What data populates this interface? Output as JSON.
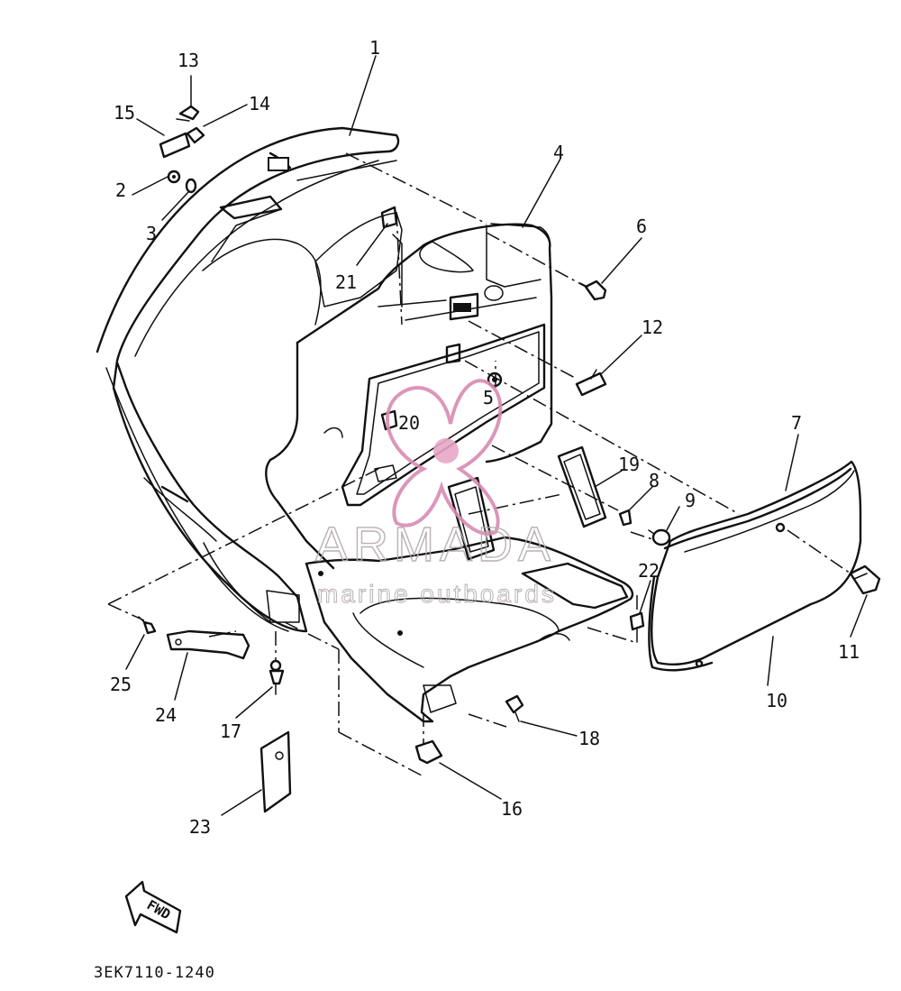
{
  "diagram": {
    "callouts": [
      "1",
      "2",
      "3",
      "4",
      "5",
      "6",
      "7",
      "8",
      "9",
      "10",
      "11",
      "12",
      "13",
      "14",
      "15",
      "16",
      "17",
      "18",
      "19",
      "20",
      "21",
      "22",
      "23",
      "24",
      "25"
    ],
    "diagram_code": "3EK7110-1240",
    "fwd_label": "FWD"
  },
  "watermark": {
    "title": "ARMADA",
    "subtitle": "marine outboards",
    "color": "#d98bb3"
  }
}
